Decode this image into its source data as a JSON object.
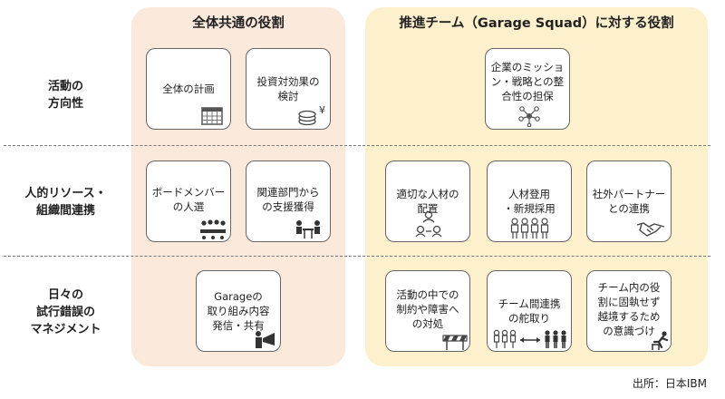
{
  "columns": {
    "common": "全体共通の役割",
    "team": "推進チーム（Garage Squad）に対する役割"
  },
  "rows": [
    "活動の\n方向性",
    "人的リソース・\n組織間連携",
    "日々の\n試行錯誤の\nマネジメント"
  ],
  "cards": {
    "plan": "全体の計画",
    "roi": "投資対効果の\n検討",
    "mission": "企業のミッショ\nン・戦略との整\n合性の担保",
    "board": "ボードメンバー\nの人選",
    "dept": "関連部門から\nの支援獲得",
    "placement": "適切な人材の\n配置",
    "hiring": "人材登用\n・新規採用",
    "partner": "社外パートナー\nとの連携",
    "share": "Garageの\n取り組み内容\n発信・共有",
    "barrier": "活動の中での\n制約や障害へ\nの対処",
    "steer": "チーム間連携\nの舵取り",
    "cross": "チーム内の役\n割に固執せず\n越境するため\nの意識づけ"
  },
  "icons": {
    "plan": "calendar-icon",
    "roi": "coins-yen-icon",
    "mission": "network-hub-icon",
    "board": "meeting-table-icon",
    "dept": "desk-meeting-icon",
    "placement": "people-arrangement-icon",
    "hiring": "group-people-icon",
    "partner": "handshake-icon",
    "share": "megaphone-icon",
    "barrier": "barricade-icon",
    "steer": "team-link-icon",
    "cross": "hurdle-runner-icon"
  },
  "source": "出所：日本IBM"
}
